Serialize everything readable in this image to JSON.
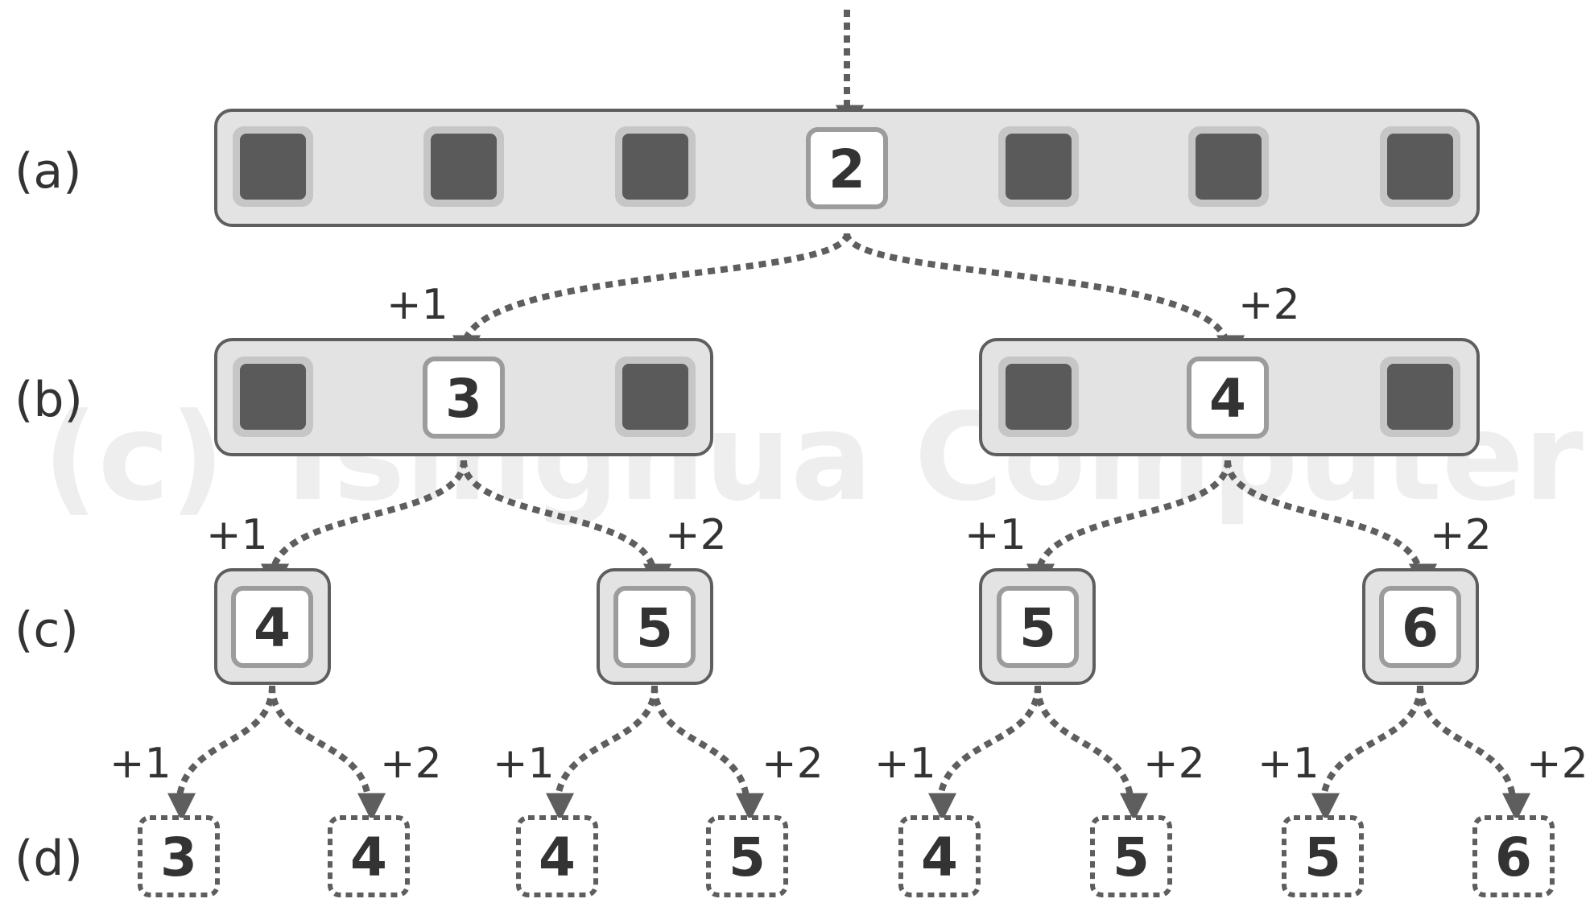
{
  "watermark": "(c) Tsinghua Computer",
  "colors": {
    "group_fill": "#e3e3e3",
    "group_stroke": "#5e5e5e",
    "cell_dark": "#5a5a5a",
    "cell_halo": "#c6c6c6",
    "cell_light_fill": "#ffffff",
    "cell_light_stroke": "#9c9c9c",
    "arrow": "#5e5e5e",
    "text": "#333333"
  },
  "rows": [
    {
      "label": "(a)"
    },
    {
      "label": "(b)"
    },
    {
      "label": "(c)"
    },
    {
      "label": "(d)"
    }
  ],
  "row_a": {
    "values": [
      "",
      "",
      "",
      "2",
      "",
      "",
      ""
    ]
  },
  "row_b": [
    {
      "values": [
        "",
        "3",
        ""
      ]
    },
    {
      "values": [
        "",
        "4",
        ""
      ]
    }
  ],
  "row_c": [
    "4",
    "5",
    "5",
    "6"
  ],
  "row_d": [
    "3",
    "4",
    "4",
    "5",
    "4",
    "5",
    "5",
    "6"
  ],
  "edge_labels": {
    "plus_one": "+1",
    "plus_two": "+2"
  }
}
